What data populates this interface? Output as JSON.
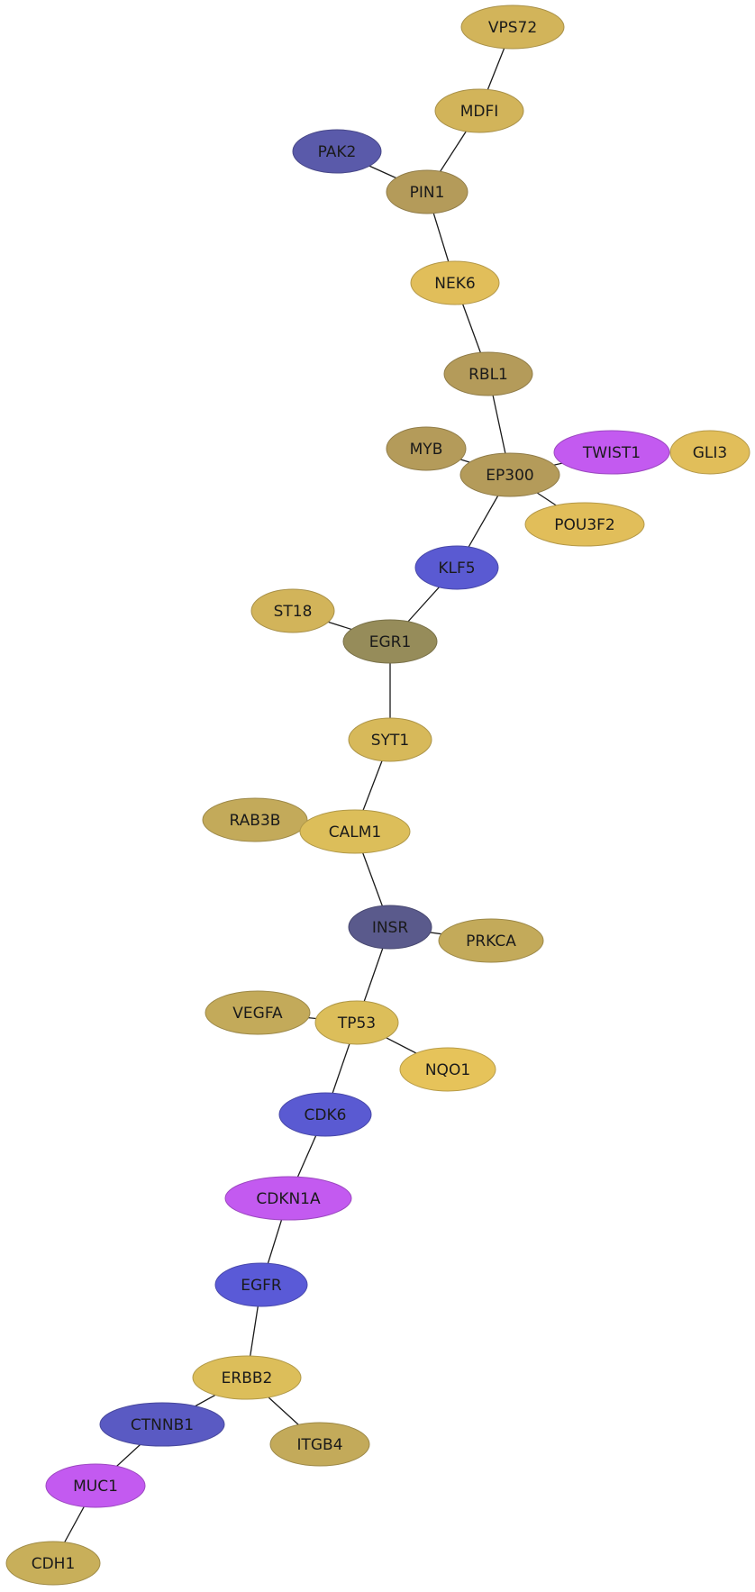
{
  "colors": {
    "edge": "#1a1a1a",
    "palette": {
      "gold": "#d2b45a",
      "olive": "#b49b5a",
      "navy": "#5a5aaa",
      "blue": "#5a5ad2",
      "magenta": "#c35af0",
      "dark_olive": "#968c5a",
      "slate": "#5a5a8c"
    }
  },
  "nodes": [
    {
      "id": "VPS72",
      "label": "VPS72",
      "color": "#d2b45a"
    },
    {
      "id": "MDFI",
      "label": "MDFI",
      "color": "#d2b45a"
    },
    {
      "id": "PAK2",
      "label": "PAK2",
      "color": "#5a5aaa"
    },
    {
      "id": "PIN1",
      "label": "PIN1",
      "color": "#b49b5a"
    },
    {
      "id": "NEK6",
      "label": "NEK6",
      "color": "#e1be5a"
    },
    {
      "id": "RBL1",
      "label": "RBL1",
      "color": "#b49b5a"
    },
    {
      "id": "MYB",
      "label": "MYB",
      "color": "#b49b5a"
    },
    {
      "id": "EP300",
      "label": "EP300",
      "color": "#b49b5a"
    },
    {
      "id": "TWIST1",
      "label": "TWIST1",
      "color": "#c35af0"
    },
    {
      "id": "GLI3",
      "label": "GLI3",
      "color": "#e1be5a"
    },
    {
      "id": "POU3F2",
      "label": "POU3F2",
      "color": "#e1be5a"
    },
    {
      "id": "KLF5",
      "label": "KLF5",
      "color": "#5a5ad2"
    },
    {
      "id": "ST18",
      "label": "ST18",
      "color": "#d2b45a"
    },
    {
      "id": "EGR1",
      "label": "EGR1",
      "color": "#968c5a"
    },
    {
      "id": "SYT1",
      "label": "SYT1",
      "color": "#d7b95a"
    },
    {
      "id": "RAB3B",
      "label": "RAB3B",
      "color": "#c3aa5a"
    },
    {
      "id": "CALM1",
      "label": "CALM1",
      "color": "#dcbe5a"
    },
    {
      "id": "INSR",
      "label": "INSR",
      "color": "#5a5a8c"
    },
    {
      "id": "PRKCA",
      "label": "PRKCA",
      "color": "#c3aa5a"
    },
    {
      "id": "VEGFA",
      "label": "VEGFA",
      "color": "#c3aa5a"
    },
    {
      "id": "TP53",
      "label": "TP53",
      "color": "#dcbe5a"
    },
    {
      "id": "NQO1",
      "label": "NQO1",
      "color": "#e6c35a"
    },
    {
      "id": "CDK6",
      "label": "CDK6",
      "color": "#5a5ad2"
    },
    {
      "id": "CDKN1A",
      "label": "CDKN1A",
      "color": "#c35af0"
    },
    {
      "id": "EGFR",
      "label": "EGFR",
      "color": "#5a5ad7"
    },
    {
      "id": "ERBB2",
      "label": "ERBB2",
      "color": "#dcbe5a"
    },
    {
      "id": "CTNNB1",
      "label": "CTNNB1",
      "color": "#5a5ac3"
    },
    {
      "id": "ITGB4",
      "label": "ITGB4",
      "color": "#c3aa5a"
    },
    {
      "id": "MUC1",
      "label": "MUC1",
      "color": "#c35af0"
    },
    {
      "id": "CDH1",
      "label": "CDH1",
      "color": "#c8af5a"
    }
  ],
  "edges": [
    [
      "VPS72",
      "MDFI"
    ],
    [
      "MDFI",
      "PIN1"
    ],
    [
      "PAK2",
      "PIN1"
    ],
    [
      "PIN1",
      "NEK6"
    ],
    [
      "NEK6",
      "RBL1"
    ],
    [
      "RBL1",
      "EP300"
    ],
    [
      "MYB",
      "EP300"
    ],
    [
      "EP300",
      "TWIST1"
    ],
    [
      "EP300",
      "POU3F2"
    ],
    [
      "EP300",
      "KLF5"
    ],
    [
      "KLF5",
      "EGR1"
    ],
    [
      "ST18",
      "EGR1"
    ],
    [
      "EGR1",
      "SYT1"
    ],
    [
      "SYT1",
      "CALM1"
    ],
    [
      "CALM1",
      "INSR"
    ],
    [
      "INSR",
      "PRKCA"
    ],
    [
      "INSR",
      "TP53"
    ],
    [
      "VEGFA",
      "TP53"
    ],
    [
      "TP53",
      "NQO1"
    ],
    [
      "TP53",
      "CDK6"
    ],
    [
      "CDK6",
      "CDKN1A"
    ],
    [
      "CDKN1A",
      "EGFR"
    ],
    [
      "EGFR",
      "ERBB2"
    ],
    [
      "ERBB2",
      "CTNNB1"
    ],
    [
      "ERBB2",
      "ITGB4"
    ],
    [
      "CTNNB1",
      "MUC1"
    ],
    [
      "MUC1",
      "CDH1"
    ]
  ]
}
